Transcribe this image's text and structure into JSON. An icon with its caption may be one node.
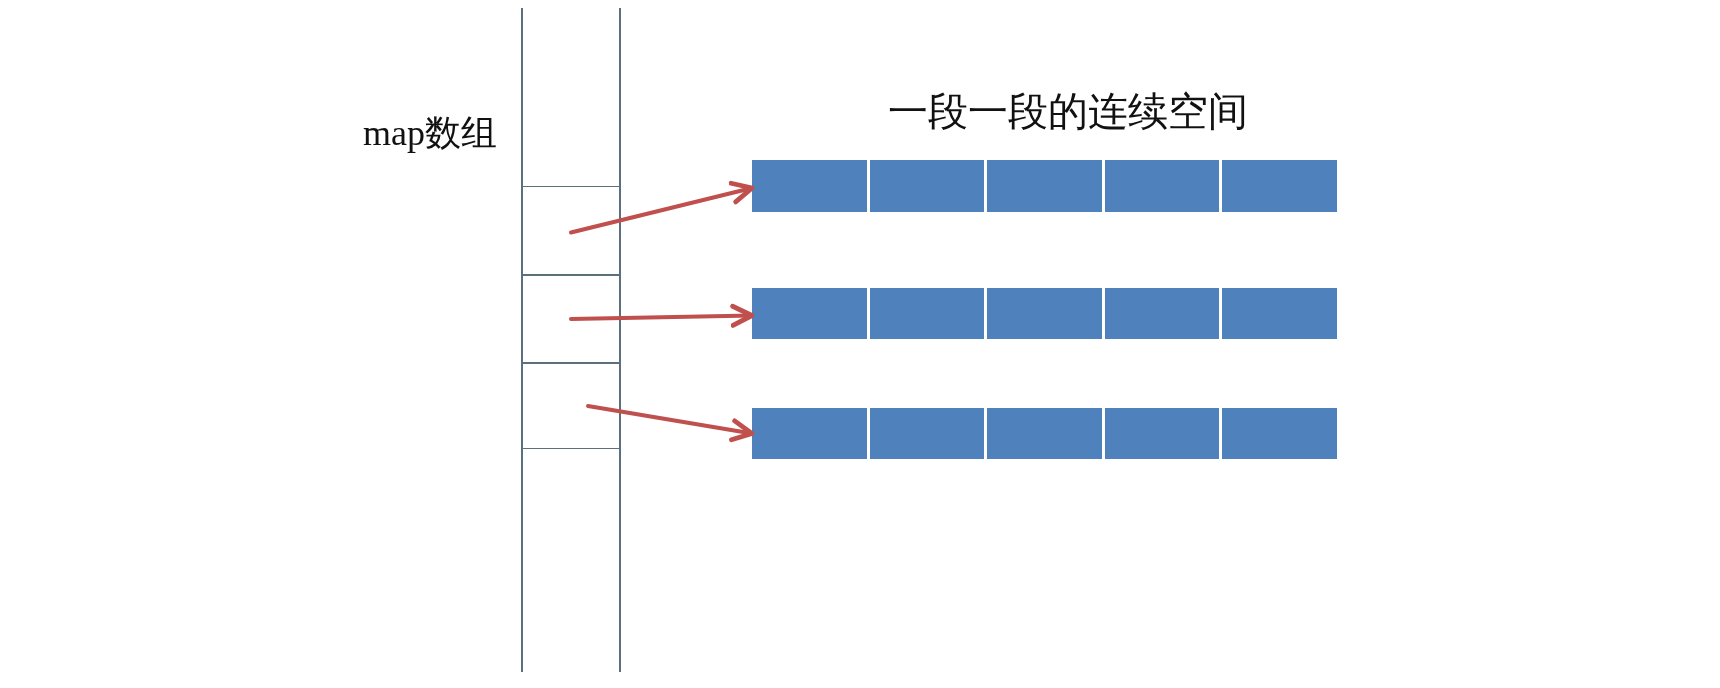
{
  "diagram": {
    "nodes": [
      {
        "text": [
          "map数组"
        ]
      },
      {
        "text": [],
        "shape": "box",
        "in": 0
      },
      {
        "text": [],
        "shape": "box",
        "in": 0
      },
      {
        "text": [],
        "shape": "box",
        "in": 0
      },
      {
        "text": [],
        "shape": "bar"
      },
      {
        "text": [],
        "shape": "bar"
      },
      {
        "text": [],
        "shape": "bar"
      }
    ],
    "edges": [
      {
        "from": 1,
        "to": 4,
        "arrow": "to"
      },
      {
        "from": 2,
        "to": 5,
        "arrow": "to"
      },
      {
        "from": 3,
        "to": 6,
        "arrow": "to"
      }
    ],
    "labels": [
      "一段一段的连续空间"
    ]
  }
}
